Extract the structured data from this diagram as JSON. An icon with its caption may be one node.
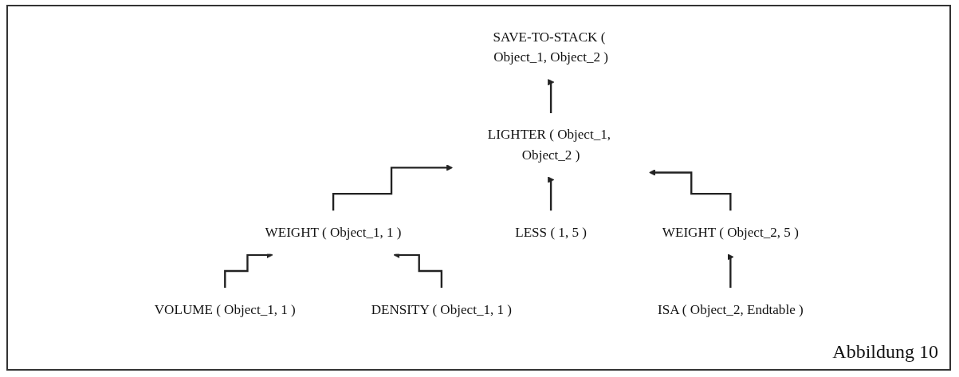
{
  "diagram": {
    "caption": "Abbildung 10",
    "nodes": [
      {
        "text": [
          "SAVE-TO-STACK ( Object_1, Object_2 )"
        ]
      },
      {
        "text": [
          "LIGHTER ( Object_1, Object_2 )"
        ]
      },
      {
        "text": [
          "WEIGHT ( Object_1, 1 )"
        ]
      },
      {
        "text": [
          "LESS ( 1, 5 )"
        ]
      },
      {
        "text": [
          "WEIGHT ( Object_2, 5 )"
        ]
      },
      {
        "text": [
          "VOLUME ( Object_1, 1 )"
        ]
      },
      {
        "text": [
          "DENSITY ( Object_1, 1 )"
        ]
      },
      {
        "text": [
          "ISA ( Object_2, Endtable )"
        ]
      }
    ],
    "edges": [
      {
        "from": 1,
        "to": 0,
        "arrow": "to"
      },
      {
        "from": 2,
        "to": 1,
        "arrow": "to"
      },
      {
        "from": 3,
        "to": 1,
        "arrow": "to"
      },
      {
        "from": 4,
        "to": 1,
        "arrow": "to"
      },
      {
        "from": 5,
        "to": 2,
        "arrow": "to"
      },
      {
        "from": 6,
        "to": 2,
        "arrow": "to"
      },
      {
        "from": 7,
        "to": 4,
        "arrow": "to"
      }
    ]
  }
}
